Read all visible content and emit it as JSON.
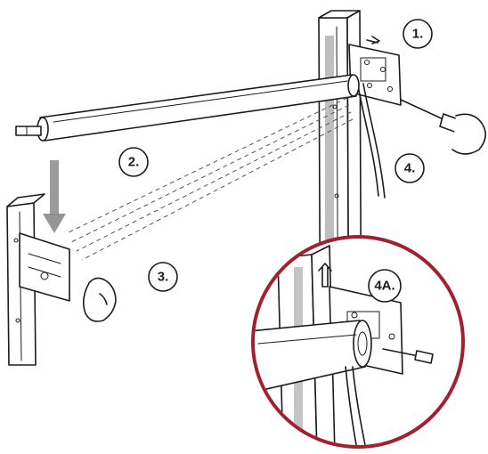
{
  "steps": [
    {
      "label": "1."
    },
    {
      "label": "2."
    },
    {
      "label": "3."
    },
    {
      "label": "4."
    },
    {
      "label": "4A."
    }
  ],
  "colors": {
    "ink": "#1b1b1b",
    "detail_ring": "#a3202e",
    "background": "#ffffff"
  }
}
